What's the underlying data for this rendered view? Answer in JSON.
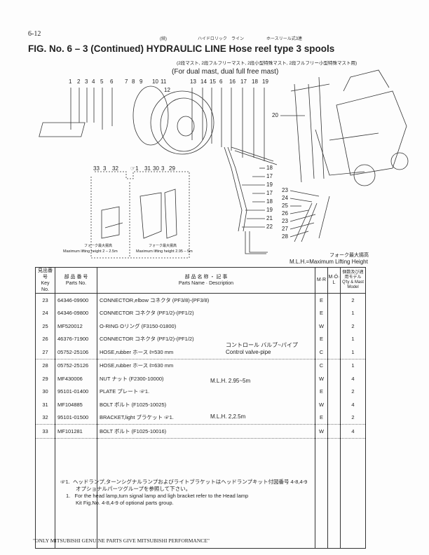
{
  "page_number": "6-12",
  "title": {
    "prefix": "FIG.  No.  6 – 3 (Continued) HYDRAULIC LINE Hose reel type 3 spools",
    "ruby_continued": "(続)",
    "ruby_hydraulic": "ハイドロリック",
    "ruby_line": "ライン",
    "ruby_hosereel": "ホースリール式3連",
    "subtitle_jp": "(2段マスト, 2段フルフリーマスト, 2段小型特殊マスト, 2段フルフリー小型特殊マスト用)",
    "subtitle_en": "(For dual mast, dual full free mast)"
  },
  "diagram": {
    "top_callouts": [
      "1",
      "2",
      "3",
      "4",
      "5",
      "6",
      "7",
      "8",
      "9",
      "10",
      "11",
      "12",
      "13",
      "14",
      "15",
      "6",
      "16",
      "17",
      "18",
      "19"
    ],
    "right_callouts": [
      "20",
      "18",
      "17",
      "19",
      "17",
      "18",
      "19",
      "21",
      "22",
      "23",
      "24",
      "25",
      "26",
      "23",
      "27",
      "28"
    ],
    "inset_callouts": [
      "33",
      "3",
      "32",
      "☞1",
      "31",
      "30",
      "3",
      "29"
    ],
    "inset_caption_left_jp": "フォーク最大揚高",
    "inset_caption_left": "Maximum lifting height 2 – 2.5m",
    "inset_caption_right_jp": "フォーク最大揚高",
    "inset_caption_right": "Maximum lifting height 2.95 – 5m"
  },
  "mlh_jp": "フォーク最大揚高",
  "mlh": "M.L.H.=Maximum Lifting Height",
  "table": {
    "headers": {
      "key_jp": "見出番号",
      "key": "Key No.",
      "parts_jp": "部 品 番 号",
      "parts": "Parts No.",
      "name_jp": "部 品 名 称 ・ 記 事",
      "name": "Parts Name · Description",
      "mr": "M·R",
      "mol": "M·Ȯ·L",
      "qty_jp": "個数及び適用モデル",
      "qty": "Q'ty & Mast Model"
    },
    "rows": [
      {
        "key": "23",
        "part": "64346-09900",
        "desc": "CONNECTOR,elbow コネクタ (PF3/8)-(PF3/8)",
        "mr": "E",
        "mol": "",
        "qty": "2"
      },
      {
        "key": "24",
        "part": "64346-09800",
        "desc": "CONNECTOR コネクタ (PF1/2)-(PF1/2)",
        "mr": "E",
        "mol": "",
        "qty": "1"
      },
      {
        "key": "25",
        "part": "MF520012",
        "desc": "O-RING Oリング (F3150-01800)",
        "mr": "W",
        "mol": "",
        "qty": "2"
      },
      {
        "key": "26",
        "part": "46376-71900",
        "desc": "CONNECTOR コネクタ (PF1/2)-(PF1/2)",
        "mr": "E",
        "mol": "",
        "qty": "1"
      },
      {
        "key": "27",
        "part": "05752-25106",
        "desc": "HOSE,rubber ホース ℓ=530 mm",
        "mr": "C",
        "mol": "",
        "qty": "1"
      },
      {
        "key": "28",
        "part": "05752-25126",
        "desc": "HOSE,rubber ホース ℓ=630 mm",
        "mr": "C",
        "mol": "",
        "qty": "1"
      },
      {
        "key": "29",
        "part": "MF430006",
        "desc": "NUT ナット (F2300-10000)",
        "mr": "W",
        "mol": "",
        "qty": "4"
      },
      {
        "key": "30",
        "part": "95101-01400",
        "desc": "PLATE プレート ☞1.",
        "mr": "E",
        "mol": "",
        "qty": "2"
      },
      {
        "key": "31",
        "part": "MF104885",
        "desc": "BOLT ボルト (F1025-10025)",
        "mr": "W",
        "mol": "",
        "qty": "4"
      },
      {
        "key": "32",
        "part": "95101-01500",
        "desc": "BRACKET,light ブラケット ☞1.",
        "mr": "E",
        "mol": "",
        "qty": "2"
      },
      {
        "key": "33",
        "part": "MF101281",
        "desc": "BOLT ボルト (F1025-10016)",
        "mr": "W",
        "mol": "",
        "qty": "4"
      }
    ],
    "group_notes": {
      "hose_jp": "コントロール バルブ~パイプ",
      "hose_en": "Control valve-pipe",
      "mlh_295": "M.L.H. 2.95~5m",
      "mlh_225": "M.L.H. 2,2.5m"
    },
    "note": {
      "mark": "☞1.",
      "jp_line1": "ヘッドランプ,ターンシグナルランプおよびライトブラケットはヘッドランプキット付図番号 4-8,4-9",
      "jp_line2": "オプショナルパーツグループを参照して下さい。",
      "num": "1.",
      "en_line1": "For the head lamp,turn signal lamp  and ligh bracket refer to the Head lamp",
      "en_line2": "Kit Fig.No. 4-8,4-9 of optional parts group."
    }
  },
  "footer": "\"ONLY MITSUBISHI GENUINE PARTS GIVE MITSUBISHI PERFORMANCE\""
}
